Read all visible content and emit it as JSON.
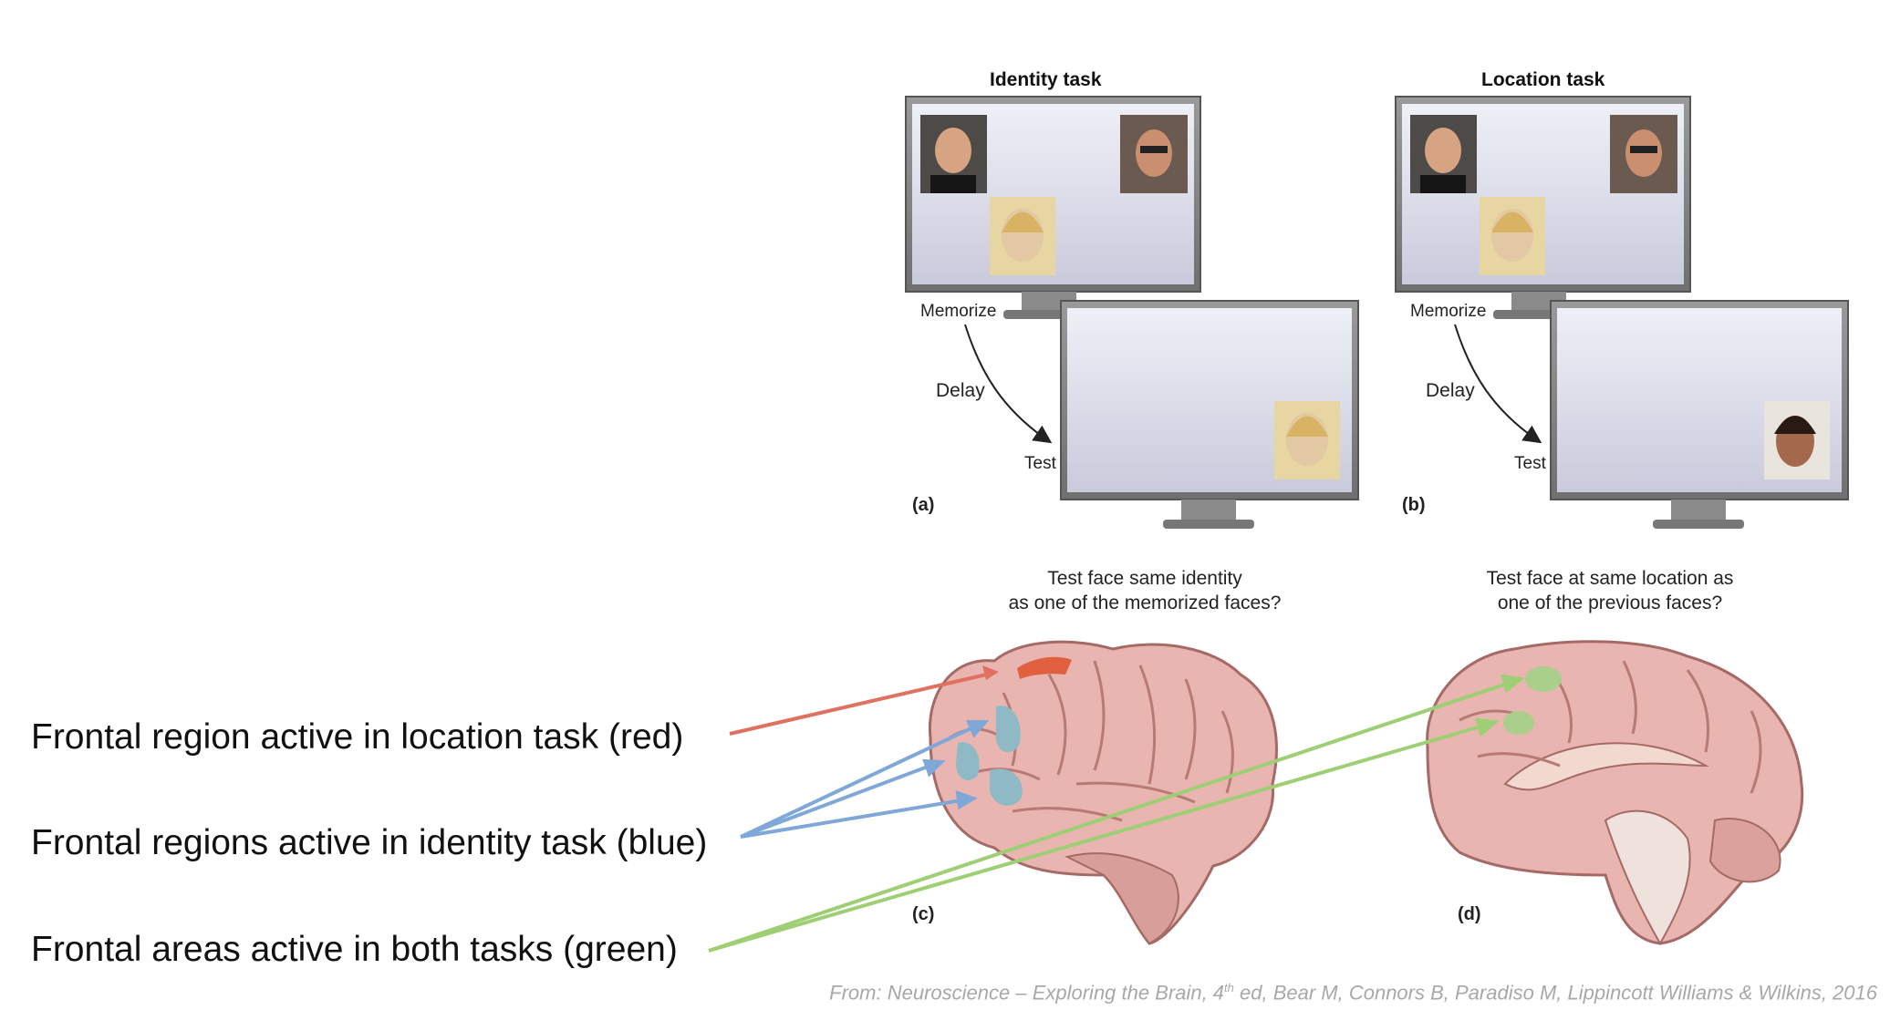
{
  "labels": {
    "red": "Frontal region active in location task (red)",
    "blue": "Frontal regions active in identity task (blue)",
    "green": "Frontal areas active in both tasks (green)"
  },
  "figure": {
    "identity": {
      "title": "Identity task",
      "memorize": "Memorize",
      "delay": "Delay",
      "test": "Test",
      "panel": "(a)",
      "caption_line1": "Test face same identity",
      "caption_line2": "as one of the memorized faces?"
    },
    "location": {
      "title": "Location task",
      "memorize": "Memorize",
      "delay": "Delay",
      "test": "Test",
      "panel": "(b)",
      "caption_line1": "Test face at same location as",
      "caption_line2": "one of the previous faces?"
    },
    "panel_c": "(c)",
    "panel_d": "(d)"
  },
  "credit": {
    "prefix": "From: Neuroscience – Exploring the Brain, 4",
    "sup": "th",
    "suffix": "  ed, Bear M, Connors B, Paradiso M, Lippincott Williams & Wilkins, 2016"
  },
  "colors": {
    "red_arrow": "#e07060",
    "blue_arrow": "#7fa8d8",
    "green_arrow": "#9fcf75",
    "brain": "#e8b5b0",
    "blue_region": "#8fb9c4",
    "red_region": "#e06040",
    "green_region": "#a9cf8a"
  }
}
